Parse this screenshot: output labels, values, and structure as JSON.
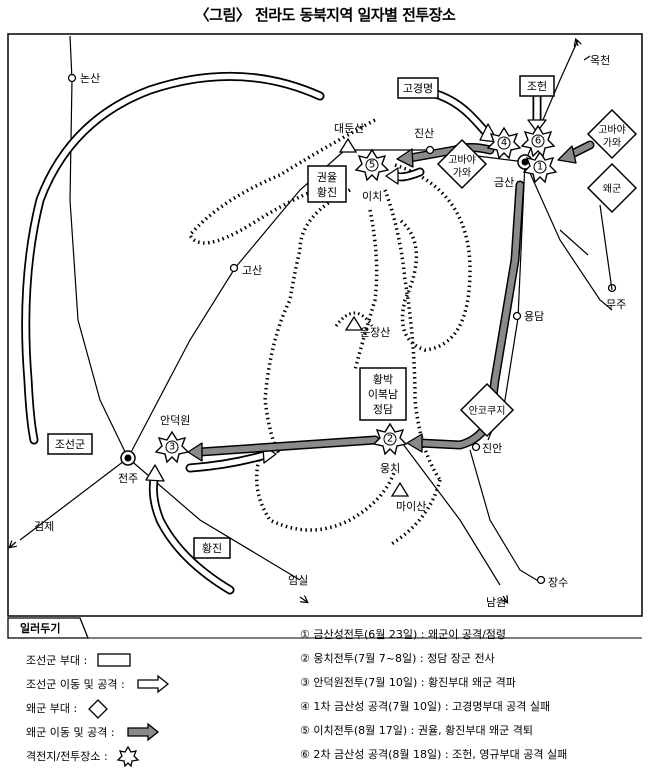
{
  "title": "〈그림〉 전라도 동북지역 일자별 전투장소",
  "places": {
    "nonsan": "논산",
    "okcheon": "옥천",
    "jinsan": "진산",
    "daedunsan": "대둔산",
    "ichi": "이치",
    "geumsan": "금산",
    "gosan": "고산",
    "unjangsan": "운장산",
    "yongdam": "용담",
    "muju": "무주",
    "andeokwon": "안덕원",
    "jeonju": "전주",
    "gimje": "김제",
    "ungchi": "웅치",
    "jinan": "진안",
    "maisan": "마이산",
    "imsil": "임실",
    "namwon": "남원",
    "jangsu": "장수"
  },
  "units": {
    "go_gyeongmyeong": "고경명",
    "joheon": "조헌",
    "kobayakawa_1_a": "고바야",
    "kobayakawa_1_b": "가와",
    "kobayakawa_2_a": "고바야",
    "kobayakawa_2_b": "가와",
    "waegun": "왜군",
    "gwonyul_a": "권율",
    "gwonyul_b": "황진",
    "hwangbak_a": "황박",
    "hwangbak_b": "이복남",
    "hwangbak_c": "정담",
    "ankokuji": "안코쿠지",
    "joseongun": "조선군",
    "hwangjin": "황진"
  },
  "battle_numbers": [
    "1",
    "2",
    "3",
    "4",
    "5",
    "6"
  ],
  "legend": {
    "title": "일러두기",
    "items": [
      "조선군 부대 :",
      "조선군 이동 및 공격 :",
      "왜군 부대 :",
      "왜군 이동 및 공격 :",
      "격전지/전투장소 :"
    ]
  },
  "events": [
    "① 금산성전투(6월 23일) : 왜군이 공격/점령",
    "② 웅치전투(7월 7~8일) : 정담 장군 전사",
    "③ 안덕원전투(7월 10일) : 황진부대 왜군 격파",
    "④ 1차 금산성 공격(7월 10일) : 고경명부대 공격 실패",
    "⑤ 이치전투(8월 17일) : 권율, 황진부대 왜군 격퇴",
    "⑥ 2차 금산성 공격(8월 18일) : 조헌, 영규부대 공격 실패"
  ]
}
